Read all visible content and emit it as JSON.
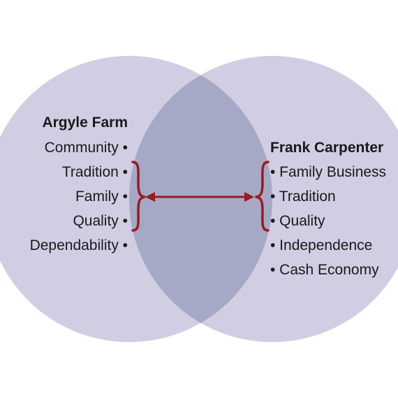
{
  "colors": {
    "circle_fill": "#d1cde3",
    "overlap_fill": "#a6a9c6",
    "bracket_color": "#9b1b1f",
    "arrow_color": "#9b1b1f",
    "text_color": "#1a1a1a"
  },
  "left": {
    "title": "Argyle Farm",
    "items": [
      "Community •",
      "Tradition •",
      "Family •",
      "Quality •",
      "Dependability •"
    ]
  },
  "right": {
    "title": "Frank Carpenter",
    "items": [
      "• Family Business",
      "• Tradition",
      "• Quality",
      "• Independence",
      "• Cash Economy"
    ]
  }
}
